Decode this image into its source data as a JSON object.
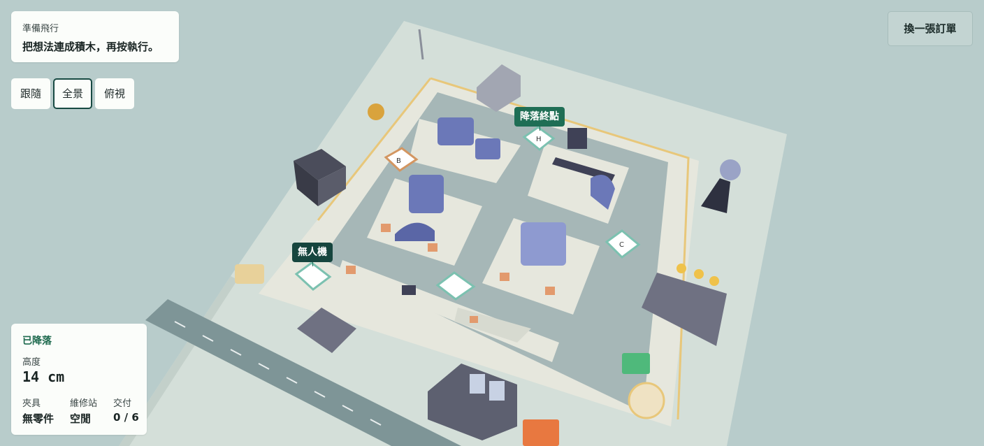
{
  "mission": {
    "eyebrow": "準備飛行",
    "headline": "把想法連成積木，再按執行。"
  },
  "views": {
    "follow": "跟隨",
    "overview": "全景",
    "topdown": "俯視",
    "selected": "overview"
  },
  "toolbar": {
    "new_order": "換一張訂單"
  },
  "map": {
    "landing_label": "降落終點",
    "drone_label": "無人機",
    "pad_b": "B",
    "pad_c": "C",
    "pad_h": "H"
  },
  "status": {
    "state": "已降落",
    "altitude_label": "高度",
    "altitude_value": "14 cm",
    "gripper_label": "夾具",
    "gripper_value": "無零件",
    "station_label": "維修站",
    "station_value": "空閒",
    "delivery_label": "交付",
    "delivery_value": "0 / 6"
  },
  "colors": {
    "accent": "#1f6e55",
    "panel": "#fbfdfa",
    "background": "#b8cccb"
  }
}
